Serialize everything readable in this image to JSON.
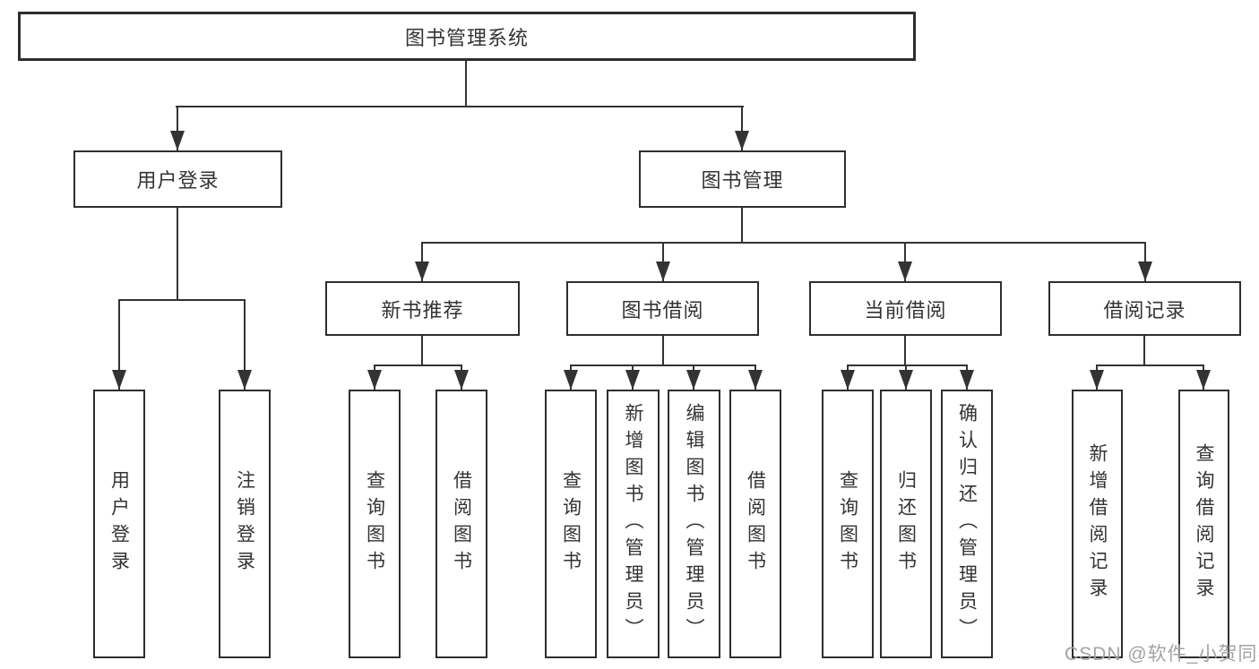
{
  "nodes": {
    "root": "图书管理系统",
    "user_login": "用户登录",
    "book_mgmt": "图书管理",
    "new_book_rec": "新书推荐",
    "book_borrow": "图书借阅",
    "current_borrow": "当前借阅",
    "borrow_records": "借阅记录",
    "leaf_user_login": "用户登录",
    "leaf_logout": "注销登录",
    "rec_query_books": "查询图书",
    "rec_borrow_books": "借阅图书",
    "bb_query_books": "查询图书",
    "bb_add_books": "新增图书（管理员）",
    "bb_edit_books": "编辑图书（管理员）",
    "bb_borrow_books": "借阅图书",
    "cb_query_books": "查询图书",
    "cb_return_books": "归还图书",
    "cb_confirm_return": "确认归还（管理员）",
    "br_add_record": "新增借阅记录",
    "br_query_record": "查询借阅记录"
  },
  "tree": {
    "label": "图书管理系统",
    "children": [
      {
        "label": "用户登录",
        "children": [
          {
            "label": "用户登录"
          },
          {
            "label": "注销登录"
          }
        ]
      },
      {
        "label": "图书管理",
        "children": [
          {
            "label": "新书推荐",
            "children": [
              {
                "label": "查询图书"
              },
              {
                "label": "借阅图书"
              }
            ]
          },
          {
            "label": "图书借阅",
            "children": [
              {
                "label": "查询图书"
              },
              {
                "label": "新增图书（管理员）"
              },
              {
                "label": "编辑图书（管理员）"
              },
              {
                "label": "借阅图书"
              }
            ]
          },
          {
            "label": "当前借阅",
            "children": [
              {
                "label": "查询图书"
              },
              {
                "label": "归还图书"
              },
              {
                "label": "确认归还（管理员）"
              }
            ]
          },
          {
            "label": "借阅记录",
            "children": [
              {
                "label": "新增借阅记录"
              },
              {
                "label": "查询借阅记录"
              }
            ]
          }
        ]
      }
    ]
  },
  "watermark": "CSDN @软件_小贺同学",
  "colors": {
    "line": "#333333",
    "box_border": "#2e2e2e",
    "text": "#333333",
    "watermark": "#a3a3a3",
    "background": "#ffffff"
  }
}
